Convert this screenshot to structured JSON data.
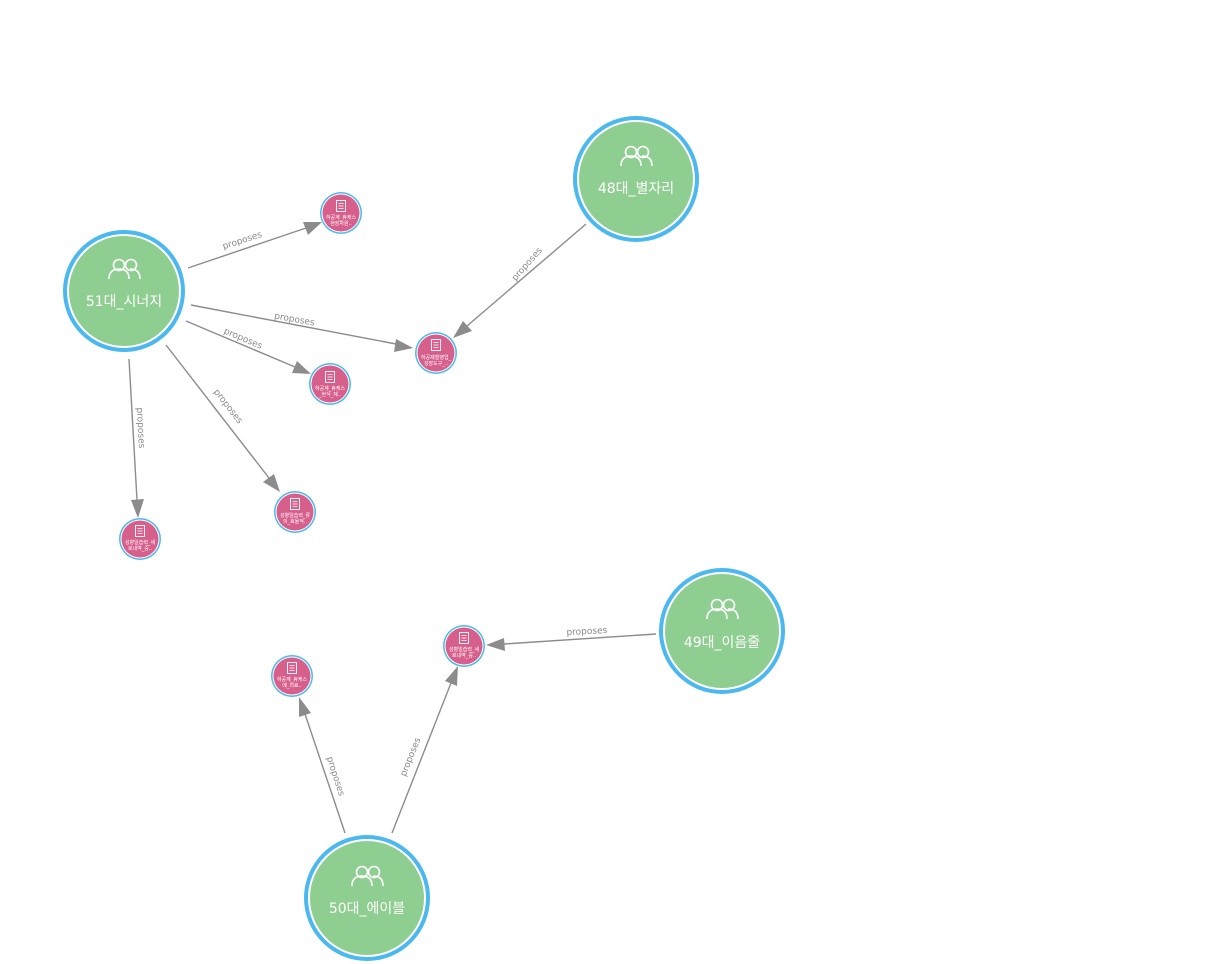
{
  "colors": {
    "group_fill": "#8fce91",
    "group_ring": "#4bb8ef",
    "doc_fill": "#d75f8c",
    "doc_ring": "#4bb8ef",
    "edge": "#8c8c8c",
    "edge_label": "#8a8a8a"
  },
  "groups": {
    "g51": {
      "label": "51대_시너지",
      "icon": "users-icon"
    },
    "g48": {
      "label": "48대_별자리",
      "icon": "users-icon"
    },
    "g49": {
      "label": "49대_이음줄",
      "icon": "users-icon"
    },
    "g50": {
      "label": "50대_에이블",
      "icon": "users-icon"
    }
  },
  "docs": {
    "d1": {
      "line1": "하공계_휴케스",
      "line2": "현장자원..",
      "icon": "document-icon"
    },
    "d2": {
      "line1": "하공제철영업_",
      "line2": "성장도구_..",
      "icon": "document-icon"
    },
    "d3": {
      "line1": "하공계_휴케스",
      "line2": "_현식_제..",
      "icon": "document-icon"
    },
    "d4": {
      "line1": "성향일습력_류",
      "line2": "의_효율적..",
      "icon": "document-icon"
    },
    "d5": {
      "line1": "성향일습력_새",
      "line2": "로내역_중..",
      "icon": "document-icon"
    },
    "d6": {
      "line1": "성향일습력_새",
      "line2": "로내역_중..",
      "icon": "document-icon"
    },
    "d7": {
      "line1": "하공계_휴케스",
      "line2": "에_의료..",
      "icon": "document-icon"
    }
  },
  "edges": {
    "e1": {
      "label": "proposes"
    },
    "e2": {
      "label": "proposes"
    },
    "e3": {
      "label": "proposes"
    },
    "e4": {
      "label": "proposes"
    },
    "e5": {
      "label": "proposes"
    },
    "e6": {
      "label": "proposes"
    },
    "e7": {
      "label": "proposes"
    },
    "e8": {
      "label": "proposes"
    },
    "e9": {
      "label": "proposes"
    }
  }
}
